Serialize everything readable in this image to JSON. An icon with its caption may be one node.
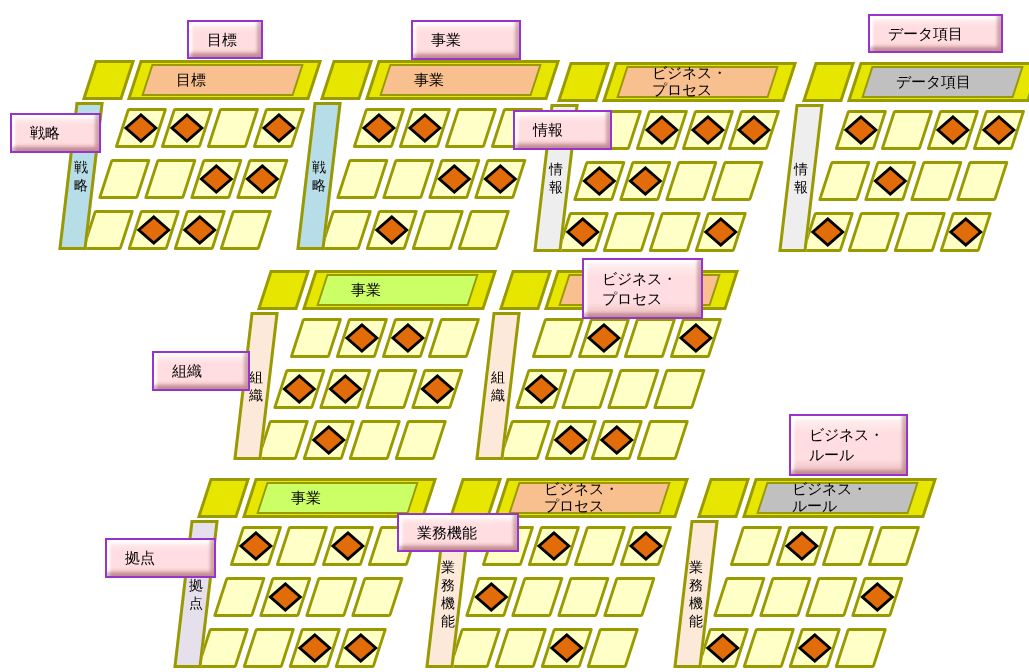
{
  "diagram": {
    "nodes": [
      {
        "text": [
          "目標"
        ]
      },
      {
        "text": [
          "戦略"
        ]
      },
      {
        "text": [
          "目標"
        ]
      },
      {
        "text": [
          "戦略"
        ]
      },
      {
        "text": [
          "事業"
        ]
      },
      {
        "text": [
          "事業"
        ]
      },
      {
        "text": [
          "戦略"
        ]
      },
      {
        "text": [
          "ビジネス・プロセス"
        ]
      },
      {
        "text": [
          "情報"
        ]
      },
      {
        "text": [
          "情報"
        ]
      },
      {
        "text": [
          "データ項目"
        ]
      },
      {
        "text": [
          "データ項目"
        ]
      },
      {
        "text": [
          "情報"
        ]
      },
      {
        "text": [
          "事業"
        ]
      },
      {
        "text": [
          "組織"
        ]
      },
      {
        "text": [
          "組織"
        ]
      },
      {
        "text": [
          "ビジネス・プロセス"
        ]
      },
      {
        "text": [
          "組織"
        ]
      },
      {
        "text": [
          "事業"
        ]
      },
      {
        "text": [
          "拠点"
        ]
      },
      {
        "text": [
          "拠点"
        ]
      },
      {
        "text": [
          "ビジネス・プロセス"
        ]
      },
      {
        "text": [
          "業務機能"
        ]
      },
      {
        "text": [
          "業務機能"
        ]
      },
      {
        "text": [
          "ビジネス・ルール"
        ]
      },
      {
        "text": [
          "ビジネス・ルール"
        ]
      },
      {
        "text": [
          "業務機能"
        ]
      }
    ]
  }
}
